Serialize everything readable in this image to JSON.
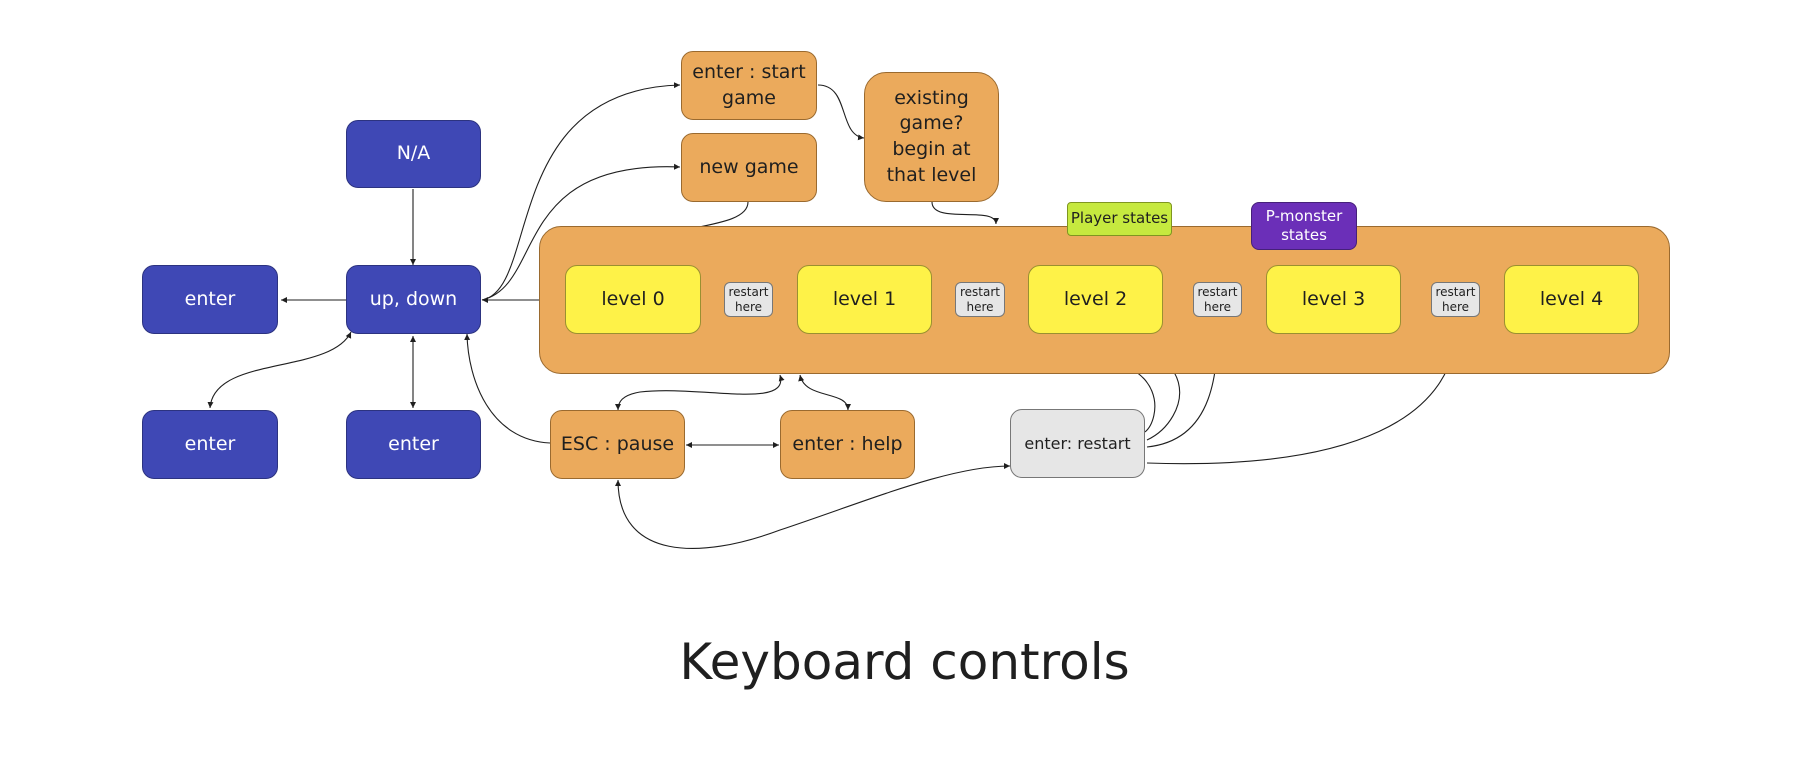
{
  "title": "Keyboard controls",
  "colors": {
    "menu_blue": "#3f48b5",
    "orange": "#ebaa5c",
    "level_yellow": "#fef248",
    "restart_grey": "#e6e6e6",
    "player_tag": "#c6e93f",
    "monster_tag": "#6b2fb8"
  },
  "nodes": {
    "na": "N/A",
    "up_down": "up, down",
    "enter_left": "enter",
    "enter_bottom_left": "enter",
    "enter_bottom": "enter",
    "start_game": "enter : start game",
    "new_game": "new game",
    "existing_game": "existing game? begin at that level",
    "pause": "ESC : pause",
    "help": "enter : help",
    "restart_game": "enter: restart"
  },
  "levels": [
    "level 0",
    "level 1",
    "level 2",
    "level 3",
    "level 4"
  ],
  "restart_here": "restart here",
  "tags": {
    "player": "Player states",
    "monster": "P-monster states"
  }
}
